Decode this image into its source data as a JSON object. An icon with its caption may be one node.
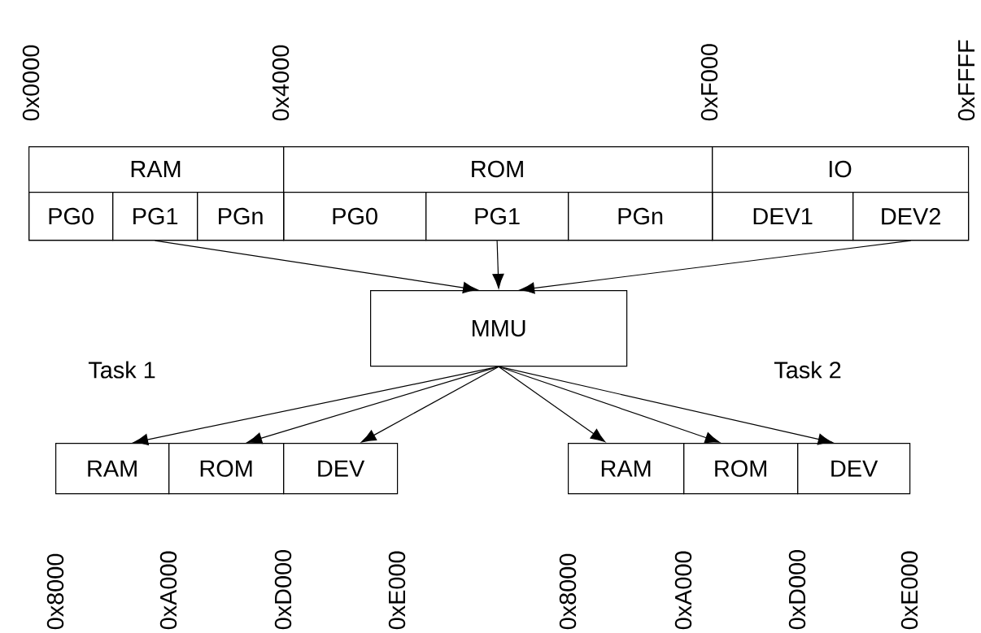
{
  "diagram": {
    "nodes": [
      {
        "text": [
          "RAM"
        ]
      },
      {
        "text": [
          "PG0"
        ],
        "in": 0
      },
      {
        "text": [
          "PG1"
        ],
        "in": 0
      },
      {
        "text": [
          "PGn"
        ],
        "in": 0
      },
      {
        "text": [
          "ROM"
        ]
      },
      {
        "text": [
          "PG0"
        ],
        "in": 4
      },
      {
        "text": [
          "PG1"
        ],
        "in": 4
      },
      {
        "text": [
          "PGn"
        ],
        "in": 4
      },
      {
        "text": [
          "IO"
        ]
      },
      {
        "text": [
          "DEV1"
        ],
        "in": 8
      },
      {
        "text": [
          "DEV2"
        ],
        "in": 8
      },
      {
        "text": [
          "MMU"
        ]
      },
      {
        "text": [
          "RAM"
        ]
      },
      {
        "text": [
          "ROM"
        ]
      },
      {
        "text": [
          "DEV"
        ]
      },
      {
        "text": [
          "RAM"
        ]
      },
      {
        "text": [
          "ROM"
        ]
      },
      {
        "text": [
          "DEV"
        ]
      }
    ],
    "edges": [
      {
        "from": 2,
        "to": 11,
        "arrow": "to"
      },
      {
        "from": 6,
        "to": 11,
        "arrow": "to"
      },
      {
        "from": 10,
        "to": 11,
        "arrow": "to"
      },
      {
        "from": 11,
        "to": 12,
        "arrow": "to"
      },
      {
        "from": 11,
        "to": 13,
        "arrow": "to"
      },
      {
        "from": 11,
        "to": 14,
        "arrow": "to"
      },
      {
        "from": 11,
        "to": 15,
        "arrow": "to"
      },
      {
        "from": 11,
        "to": 16,
        "arrow": "to"
      },
      {
        "from": 11,
        "to": 17,
        "arrow": "to"
      }
    ],
    "labels": [
      "0x0000",
      "0x4000",
      "0xF000",
      "0xFFFF",
      "Task 1",
      "Task 2",
      "0x8000",
      "0xA000",
      "0xD000",
      "0xE000",
      "0x8000",
      "0xA000",
      "0xD000",
      "0xE000"
    ]
  }
}
